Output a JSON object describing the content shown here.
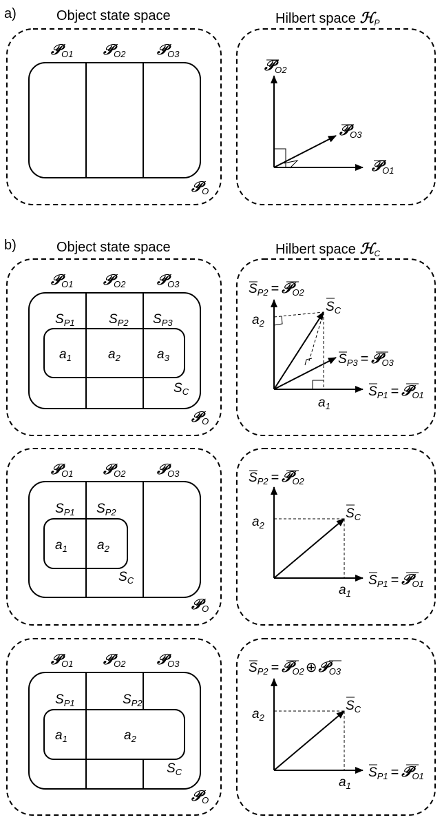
{
  "part_labels": {
    "a": "a)",
    "b": "b)"
  },
  "headers": {
    "object_state_space": "Object state space",
    "hilbert_space_prefix": "Hilbert space",
    "hilbert_p_symbol": "ℋ",
    "hilbert_p_sub": "P",
    "hilbert_c_symbol": "ℋ",
    "hilbert_c_sub": "C"
  },
  "symbols": {
    "script_p": "𝒫",
    "s": "S",
    "a": "a",
    "equals": "=",
    "oplus": "⊕"
  },
  "subscripts": {
    "o": "O",
    "o1": "O1",
    "o2": "O2",
    "o3": "O3",
    "p1": "P1",
    "p2": "P2",
    "p3": "P3",
    "c": "C",
    "n1": "1",
    "n2": "2",
    "n3": "3"
  },
  "icons": {
    "arrowhead": "arrowhead-icon",
    "right_angle": "right-angle-marker-icon"
  }
}
